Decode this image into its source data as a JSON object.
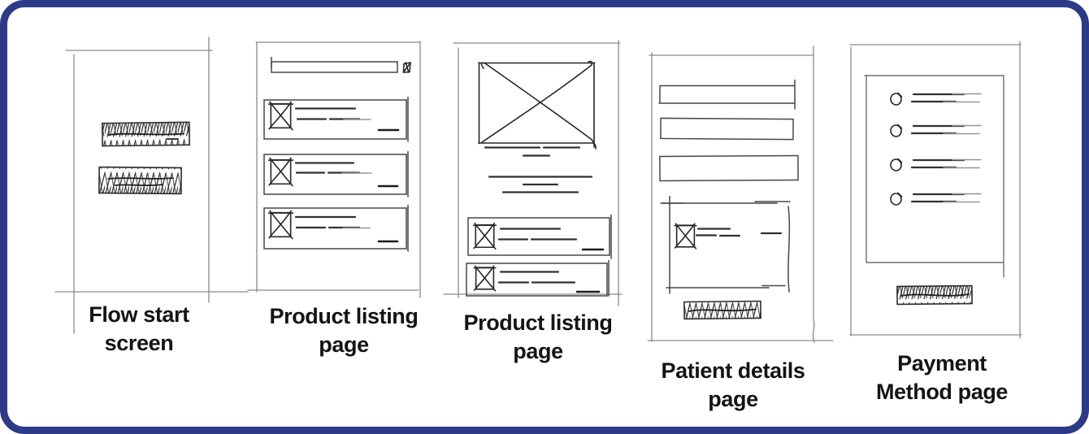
{
  "canvas": {
    "background": "#ffffff",
    "border_color": "#2d3a88",
    "frame_stroke_color": "#8a8a8a",
    "ink_stroke_color": "#262626"
  },
  "screens": [
    {
      "id": "flow-start-screen",
      "label_line1": "Flow start",
      "label_line2": "screen",
      "elements": [
        "phone-frame",
        "hatched-button",
        "hatched-button"
      ]
    },
    {
      "id": "product-listing-page-1",
      "label_line1": "Product listing",
      "label_line2": "page",
      "elements": [
        "phone-frame",
        "search-bar",
        "filter-icon",
        "product-card",
        "product-card",
        "product-card"
      ]
    },
    {
      "id": "product-listing-page-2",
      "label_line1": "Product listing",
      "label_line2": "page",
      "elements": [
        "phone-frame",
        "image-placeholder",
        "text-lines",
        "product-card",
        "product-card"
      ]
    },
    {
      "id": "patient-details-page",
      "label_line1": "Patient details",
      "label_line2": "page",
      "elements": [
        "phone-frame",
        "input-field",
        "input-field",
        "input-field",
        "summary-box",
        "image-placeholder-icon",
        "hatched-button"
      ]
    },
    {
      "id": "payment-method-page",
      "label_line1": "Payment",
      "label_line2": "Method page",
      "elements": [
        "phone-frame",
        "option-list-box",
        "radio-option",
        "radio-option",
        "radio-option",
        "radio-option",
        "hatched-button"
      ]
    }
  ]
}
